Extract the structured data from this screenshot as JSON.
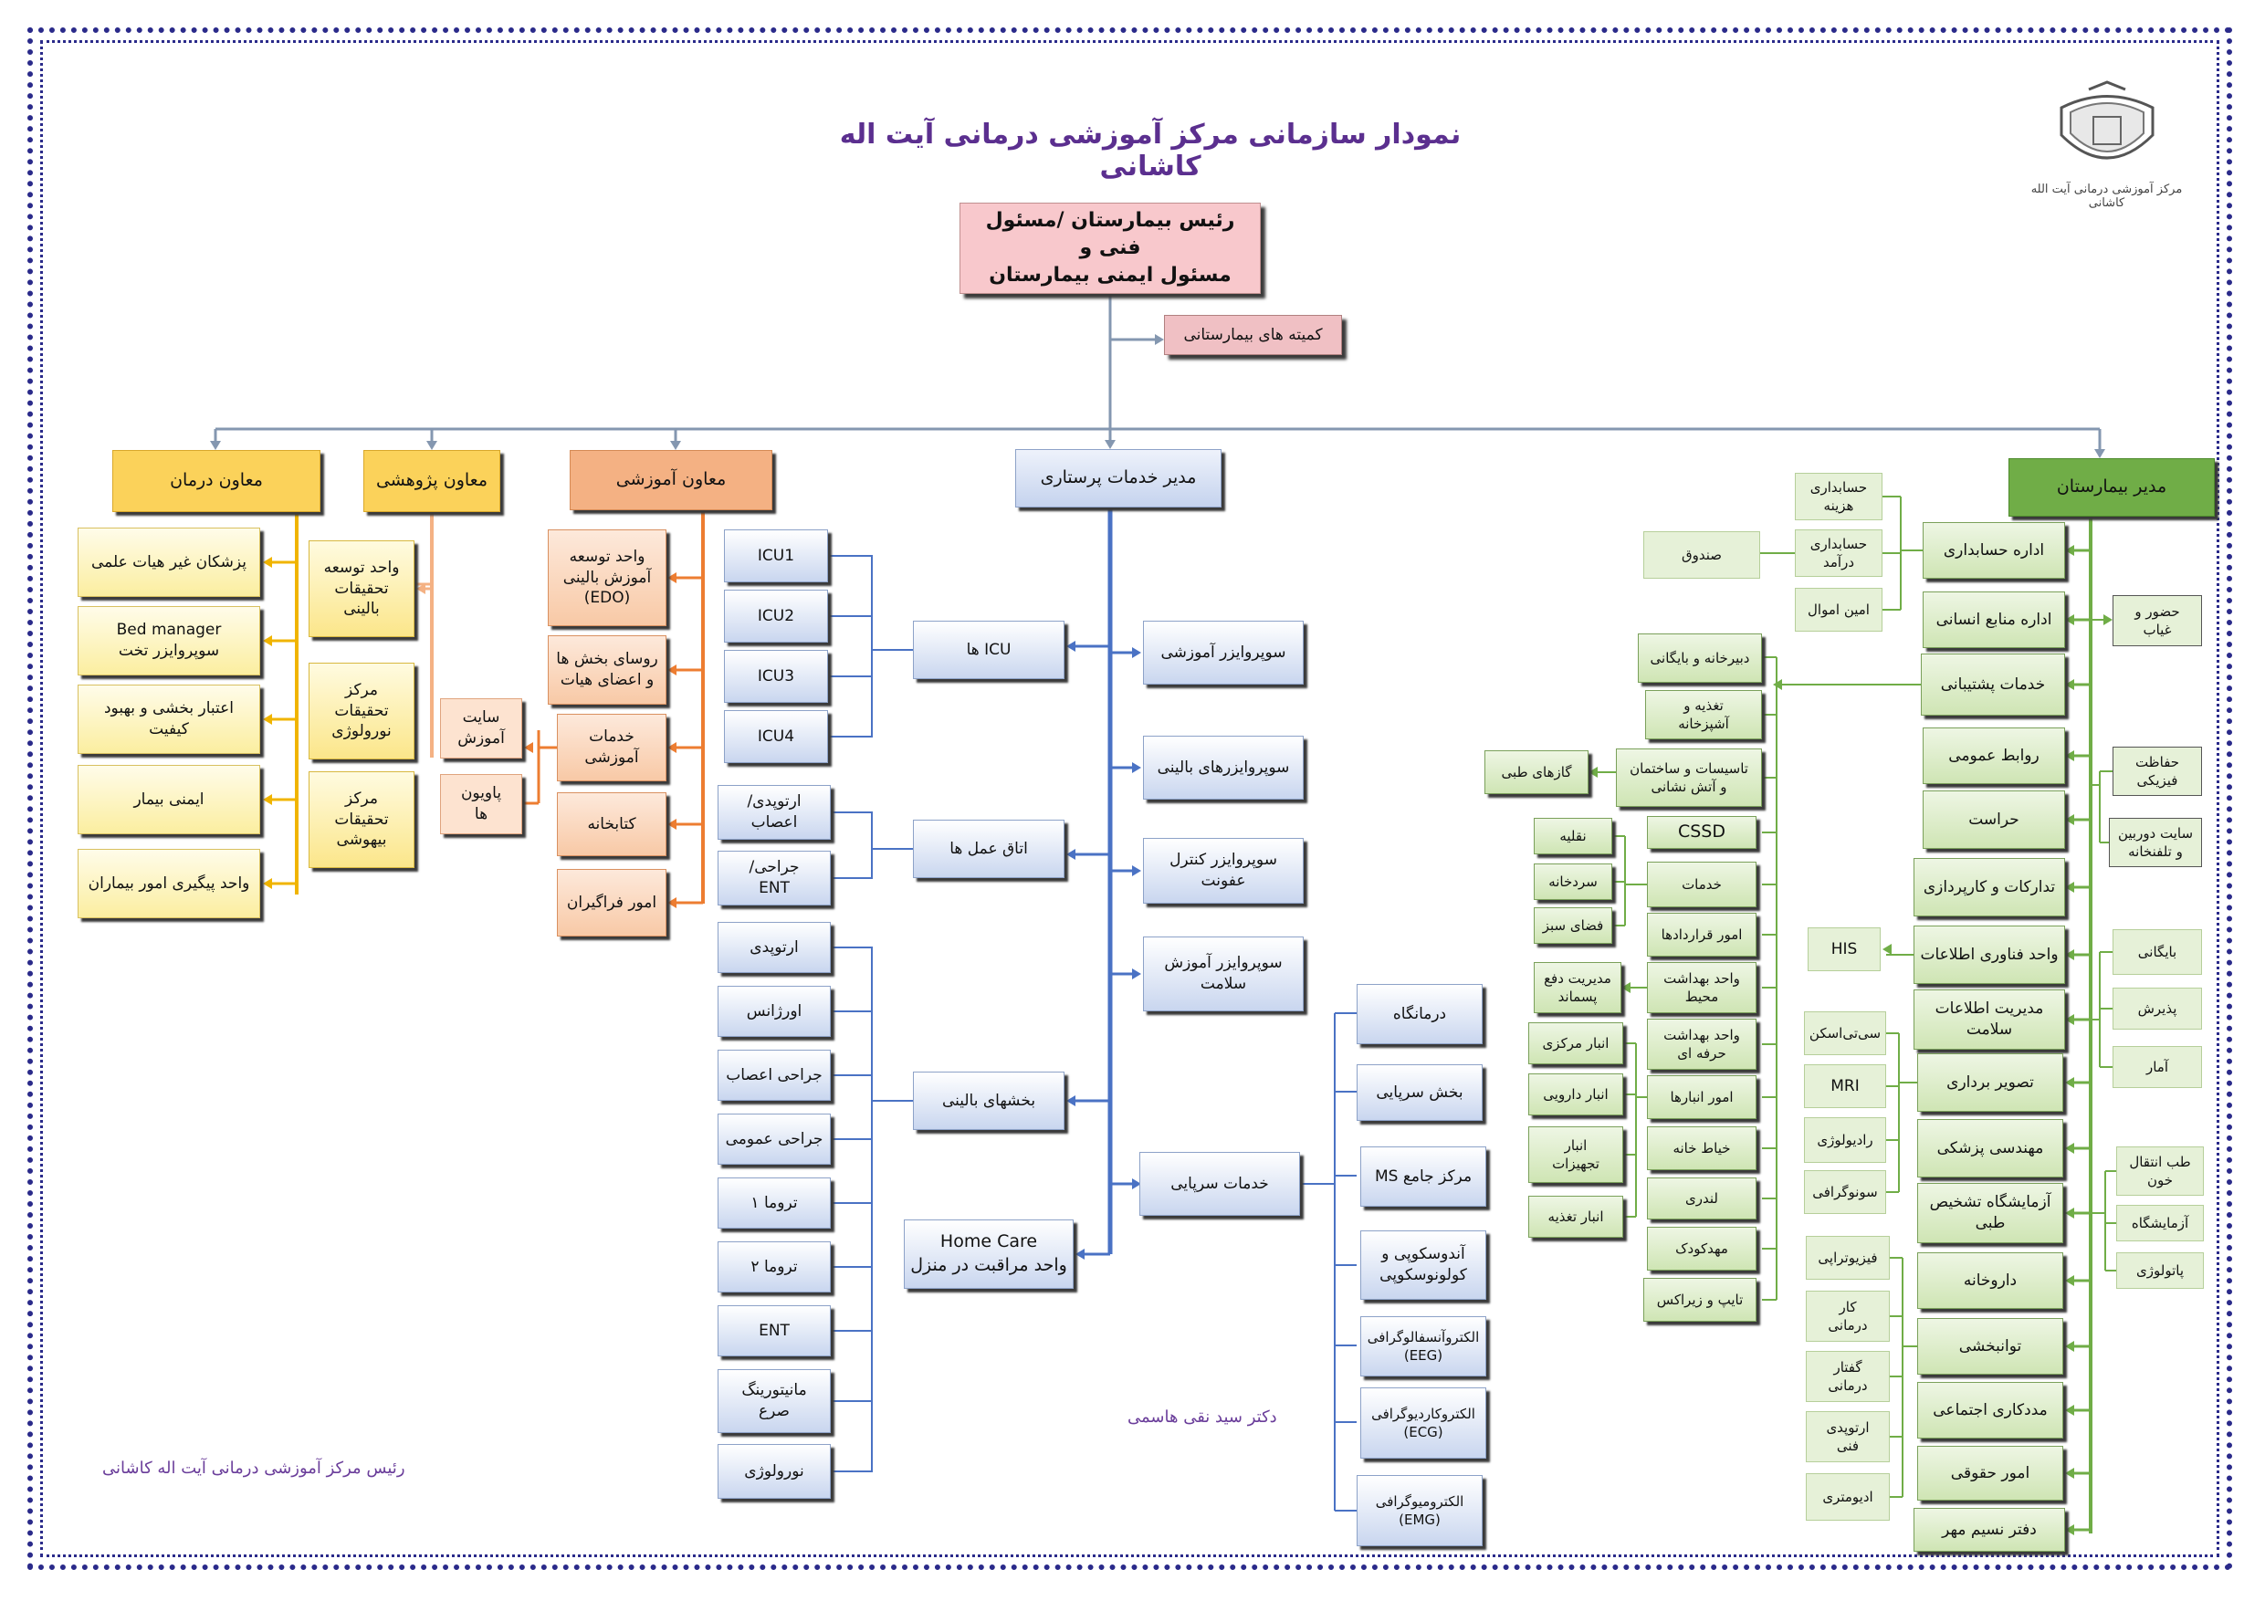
{
  "title": "نمودار سازمانی مرکز آموزشی درمانی آیت اله کاشانی",
  "logo_text": "مرکز آموزشی درمانی آیت الله کاشانی",
  "signatures": {
    "right_signature": "دکتر سید نقی هاسمی",
    "left_signature": "رئیس مرکز آموزشی درمانی آیت اله کاشانی"
  },
  "colors": {
    "frame": "#2a2a8a",
    "title": "#5b2f8f",
    "blue_line": "#4a72c4",
    "green_line": "#70ad47",
    "yellow_line": "#f0b400",
    "orange_line": "#ed7d31",
    "peach_line": "#f4b183",
    "grey_line": "#8497b0"
  },
  "root": {
    "head": "رئیس بیمارستان /مسئول فنی و\nمسئول ایمنی بیمارستان",
    "committee": "کمیته های بیمارستانی"
  },
  "treatment": {
    "header": "معاون درمان",
    "items": [
      "پزشکان غیر هیات علمی",
      "Bed manager\nسوپروایزر تخت",
      "اعتبار بخشی و بهبود\nکیفیت",
      "ایمنی بیمار",
      "واحد پیگیری امور بیماران"
    ]
  },
  "research": {
    "header": "معاون پژوهشی",
    "items": [
      "واحد توسعه\nتحقیقات\nبالینی",
      "مرکز\nتحقیقات\nنورولوژی",
      "مرکز\nتحقیقات\nبیهوشی"
    ],
    "site": "سایت\nآموزش",
    "pavilion": "پاویون\nها"
  },
  "education": {
    "header": "معاون آموزشی",
    "items": [
      "واحد توسعه\nآموزش بالینی\n(EDO)",
      "روسای بخش ها\nو اعضای هیات",
      "خدمات\nآموزشی",
      "کتابخانه",
      "امور فراگیران"
    ]
  },
  "nursing": {
    "header": "مدیر خدمات پرستاری",
    "icu_group": "ICU ها",
    "icu_items": [
      "ICU1",
      "ICU2",
      "ICU3",
      "ICU4"
    ],
    "or_group": "اتاق عمل ها",
    "or_items": [
      "ارتوپدی/\nاعصاب",
      "جراحی/\nENT"
    ],
    "ward_group": "بخشهای بالینی",
    "ward_items": [
      "ارتوپدی",
      "اورژانس",
      "جراحی اعصاب",
      "جراحی عمومی",
      "تروما ۱",
      "تروما ۲",
      "ENT",
      "مانیتورینگ\nصرع",
      "نورولوژی"
    ],
    "home_care": "Home Care\nواحد مراقبت در منزل",
    "supervisors": [
      "سوپروایزر آموزشی",
      "سوپروایزرهای بالینی",
      "سوپروایزر کنترل\nعفونت",
      "سوپروایزر آموزش\nسلامت"
    ],
    "outpatient_group": "خدمات سرپایی",
    "outpatient_items": [
      "درمانگاه",
      "بخش سرپایی",
      "مرکز جامع MS",
      "آندوسکوپی و\nکولونوسکوپی",
      "الکتروآنسفالوگرافی\n(EEG)",
      "الکتروکاردیوگرافی\n(ECG)",
      "الکترومیوگرافی\n(EMG)"
    ]
  },
  "hospital_manager": {
    "header": "مدیر بیمارستان",
    "main_items": [
      "اداره حسابداری",
      "اداره منابع انسانی",
      "خدمات پشتیبانی",
      "روابط عمومی",
      "حراست",
      "تدارکات و کارپردازی",
      "واحد فناوری اطلاعات",
      "مدیریت اطلاعات\nسلامت",
      "تصویر برداری",
      "مهندسی پزشکی",
      "آزمایشگاه تشخیص\nطبی",
      "داروخانه",
      "توانبخشی",
      "مددکاری اجتماعی",
      "امور حقوقی",
      "دفتر نسیم مهر"
    ],
    "accounting_sub": [
      "حسابداری\nهزینه",
      "حسابداری\nدرآمد",
      "امین اموال"
    ],
    "fund": "صندوق",
    "hr_sub": "حضور و\nغیاب",
    "security_sub": [
      "حفاظت\nفیزیکی",
      "سایت دوربین\nو تلفنخانه"
    ],
    "it_sub": "HIS",
    "him_sub": [
      "بایگانی",
      "پذیرش",
      "آمار"
    ],
    "imaging_sub": [
      "سی‌تی‌اسکن",
      "MRI",
      "رادیولوژی",
      "سونوگرافی"
    ],
    "lab_sub": [
      "طب انتقال\nخون",
      "آزمایشگاه",
      "پاتولوژی"
    ],
    "rehab_sub": [
      "فیزیوتراپی",
      "کار\nدرمانی",
      "گفتار\nدرمانی",
      "ارتوپدی\nفنی",
      "ادیومتری"
    ],
    "support_items": [
      "دبیرخانه و بایگانی",
      "تغذیه و\nآشپزخانه",
      "تاسیسات و ساختمان\nو آتش نشانی",
      "CSSD",
      "خدمات",
      "امور قراردادها",
      "واحد بهداشت\nمحیط",
      "واحد بهداشت\nحرفه ای",
      "امور انبارها",
      "خیاط خانه",
      "لندری",
      "مهدکودک",
      "تایپ و زیراکس"
    ],
    "medical_gases": "گازهای طبی",
    "services_sub": [
      "نقلیه",
      "سردخانه",
      "فضای سبز"
    ],
    "waste": "مدیریت دفع\nپسماند",
    "warehouses": [
      "انبار مرکزی",
      "انبار دارویی",
      "انبار\nتجهیزات",
      "انبار تغذیه"
    ]
  }
}
